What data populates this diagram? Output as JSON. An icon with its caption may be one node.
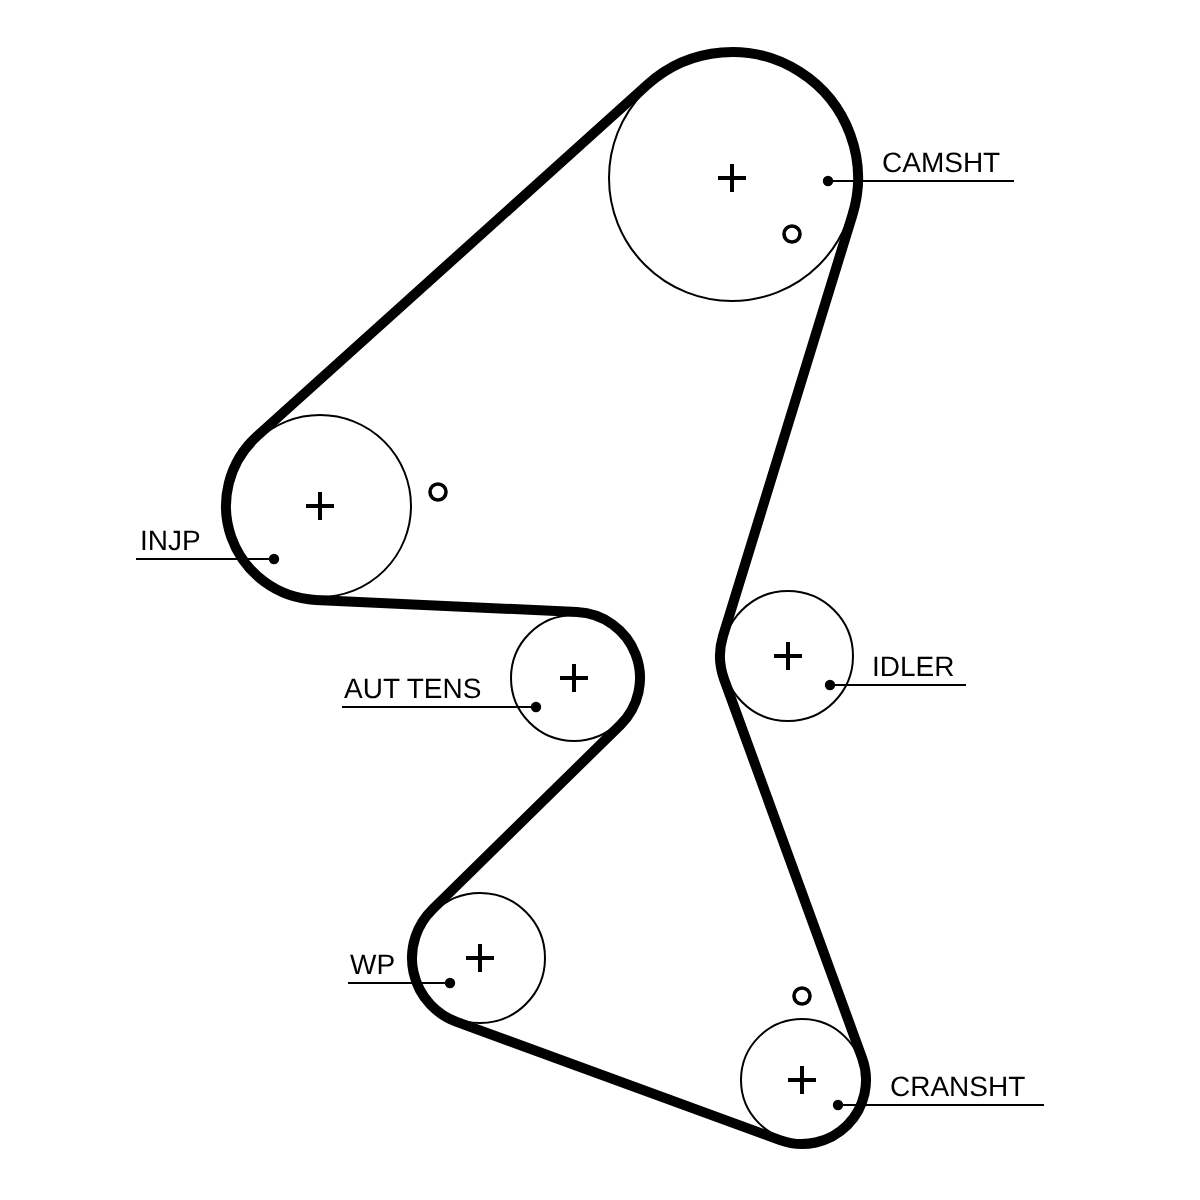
{
  "diagram": {
    "nodes": [
      {
        "text": [],
        "shape": "circle"
      },
      {
        "text": [
          "CAMSHT"
        ]
      },
      {
        "text": [],
        "shape": "circle"
      },
      {
        "text": [
          "INJP"
        ]
      },
      {
        "text": [],
        "shape": "circle"
      },
      {
        "text": [],
        "shape": "circle"
      },
      {
        "text": [
          "IDLER"
        ]
      },
      {
        "text": [
          "AUT TENS"
        ]
      },
      {
        "text": [],
        "shape": "circle"
      },
      {
        "text": [
          "WP"
        ]
      },
      {
        "text": [],
        "shape": "circle"
      },
      {
        "text": [
          "CRANSHT"
        ]
      }
    ],
    "edges": [
      {
        "from": 1,
        "to": 0,
        "arrow": "other"
      },
      {
        "from": 3,
        "to": 2,
        "arrow": "other"
      },
      {
        "from": 6,
        "to": 4,
        "arrow": "other"
      },
      {
        "from": 7,
        "to": 5,
        "arrow": "other"
      },
      {
        "from": 9,
        "to": 8,
        "arrow": "other"
      },
      {
        "from": 11,
        "to": 10,
        "arrow": "other"
      }
    ]
  }
}
